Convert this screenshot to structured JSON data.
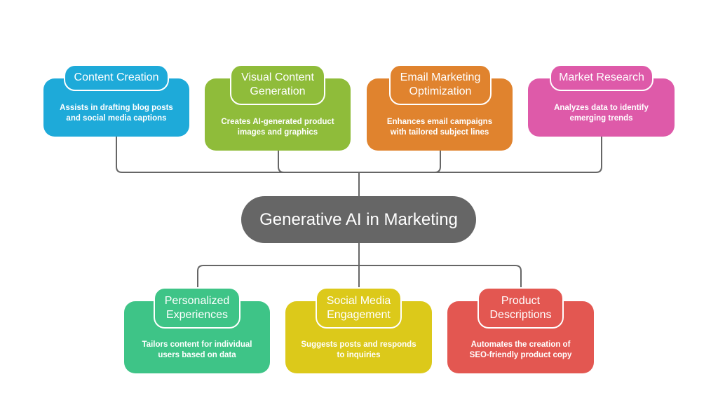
{
  "title": "Generative AI in Marketing",
  "top": [
    {
      "title": "Content Creation",
      "desc": "Assists in drafting blog posts and social media captions",
      "color": "#1eaad9"
    },
    {
      "title": "Visual Content Generation",
      "desc": "Creates AI-generated product images and graphics",
      "color": "#8fbc3a"
    },
    {
      "title": "Email Marketing Optimization",
      "desc": "Enhances email campaigns with tailored subject lines",
      "color": "#e0832e"
    },
    {
      "title": "Market Research",
      "desc": "Analyzes data to identify emerging trends",
      "color": "#de5aa9"
    }
  ],
  "bottom": [
    {
      "title": "Personalized Experiences",
      "desc": "Tailors content for individual users based on data",
      "color": "#3ec487"
    },
    {
      "title": "Social Media Engagement",
      "desc": "Suggests posts and responds to inquiries",
      "color": "#dcc91a"
    },
    {
      "title": "Product Descriptions",
      "desc": "Automates the creation of SEO-friendly product copy",
      "color": "#e35751"
    }
  ]
}
